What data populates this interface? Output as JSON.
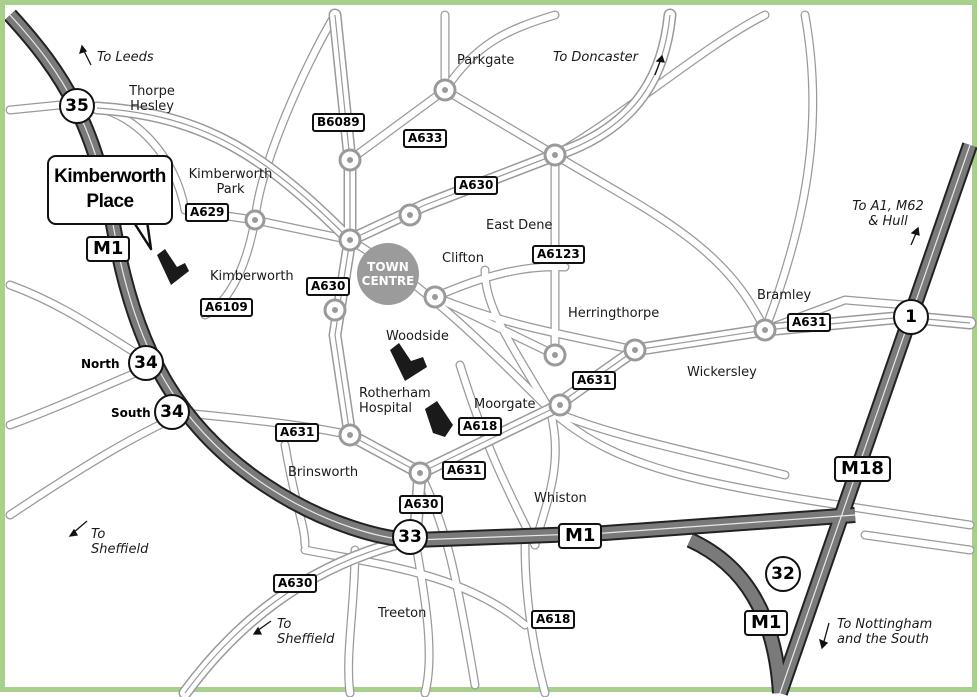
{
  "labels": {
    "to_leeds": "To Leeds",
    "to_doncaster": "To Doncaster",
    "to_a1": "To A1, M62",
    "to_a1_2": "& Hull",
    "to_sheffield_1": "To",
    "to_sheffield_1b": "Sheffield",
    "to_sheffield_2": "To",
    "to_sheffield_2b": "Sheffield",
    "to_nottingham": "To Nottingham",
    "to_nottingham_2": "and the South",
    "thorpe": "Thorpe",
    "hesley": "Hesley",
    "parkgate": "Parkgate",
    "kimberworth_park": "Kimberworth",
    "kimberworth_park_2": "Park",
    "kimberworth": "Kimberworth",
    "east_dene": "East Dene",
    "clifton": "Clifton",
    "bramley": "Bramley",
    "herringthorpe": "Herringthorpe",
    "wickersley": "Wickersley",
    "woodside": "Woodside",
    "rotherham": "Rotherham",
    "hospital": "Hospital",
    "moorgate": "Moorgate",
    "brinsworth": "Brinsworth",
    "whiston": "Whiston",
    "treeton": "Treeton"
  },
  "callout": {
    "line1": "Kimberworth",
    "line2": "Place"
  },
  "town_centre": {
    "line1": "TOWN",
    "line2": "CENTRE"
  },
  "road_signs": {
    "b6089": "B6089",
    "a633": "A633",
    "a630_top": "A630",
    "a629": "A629",
    "a6123": "A6123",
    "a630_mid": "A630",
    "a6109": "A6109",
    "a631_right": "A631",
    "a631_mid": "A631",
    "a618_hosp": "A618",
    "a631_left": "A631",
    "a631_low": "A631",
    "a630_low": "A630",
    "a630_sw": "A630",
    "a618_bottom": "A618"
  },
  "motorway_signs": {
    "m1_top": "M1",
    "m1_mid": "M1",
    "m1_bottom": "M1",
    "m18": "M18"
  },
  "junctions": {
    "j35": "35",
    "j34n": "34",
    "j34s": "34",
    "j33": "33",
    "j32": "32",
    "j1": "1",
    "north": "North",
    "south": "South"
  },
  "colors": {
    "border": "#a8d08d",
    "motorway": "#7a7a7a",
    "town_centre": "#9b9b9b",
    "site": "#1a1a1a"
  }
}
